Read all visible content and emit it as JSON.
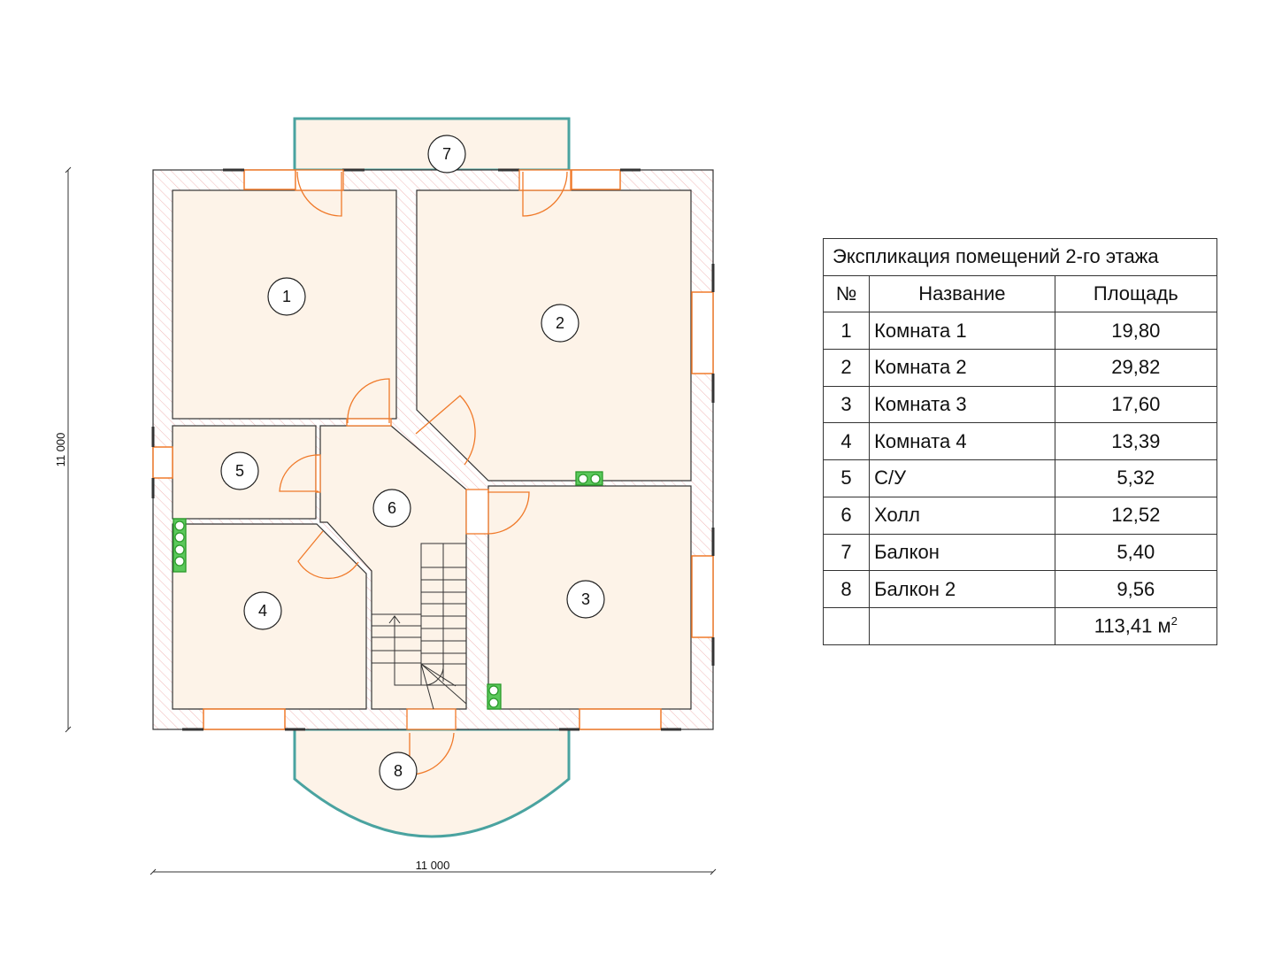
{
  "plan": {
    "dimension_horizontal": "11 000",
    "dimension_vertical": "11 000",
    "room_labels": [
      "1",
      "2",
      "3",
      "4",
      "5",
      "6",
      "7",
      "8"
    ]
  },
  "table": {
    "title": "Экспликация помещений 2-го этажа",
    "headers": [
      "№",
      "Название",
      "Площадь"
    ],
    "rows": [
      {
        "num": "1",
        "name": "Комната 1",
        "area": "19,80"
      },
      {
        "num": "2",
        "name": "Комната 2",
        "area": "29,82"
      },
      {
        "num": "3",
        "name": "Комната 3",
        "area": "17,60"
      },
      {
        "num": "4",
        "name": "Комната 4",
        "area": "13,39"
      },
      {
        "num": "5",
        "name": "С/У",
        "area": "5,32"
      },
      {
        "num": "6",
        "name": "Холл",
        "area": "12,52"
      },
      {
        "num": "7",
        "name": "Балкон",
        "area": "5,40"
      },
      {
        "num": "8",
        "name": "Балкон 2",
        "area": "9,56"
      }
    ],
    "total": "113,41 м",
    "total_unit_sup": "2"
  },
  "colors": {
    "room_fill": "#fdf3e8",
    "wall_hatch": "#f0b8b8",
    "door": "#f07a2a",
    "glazing": "#4aa3a0",
    "vent": "#2a9a2a"
  }
}
